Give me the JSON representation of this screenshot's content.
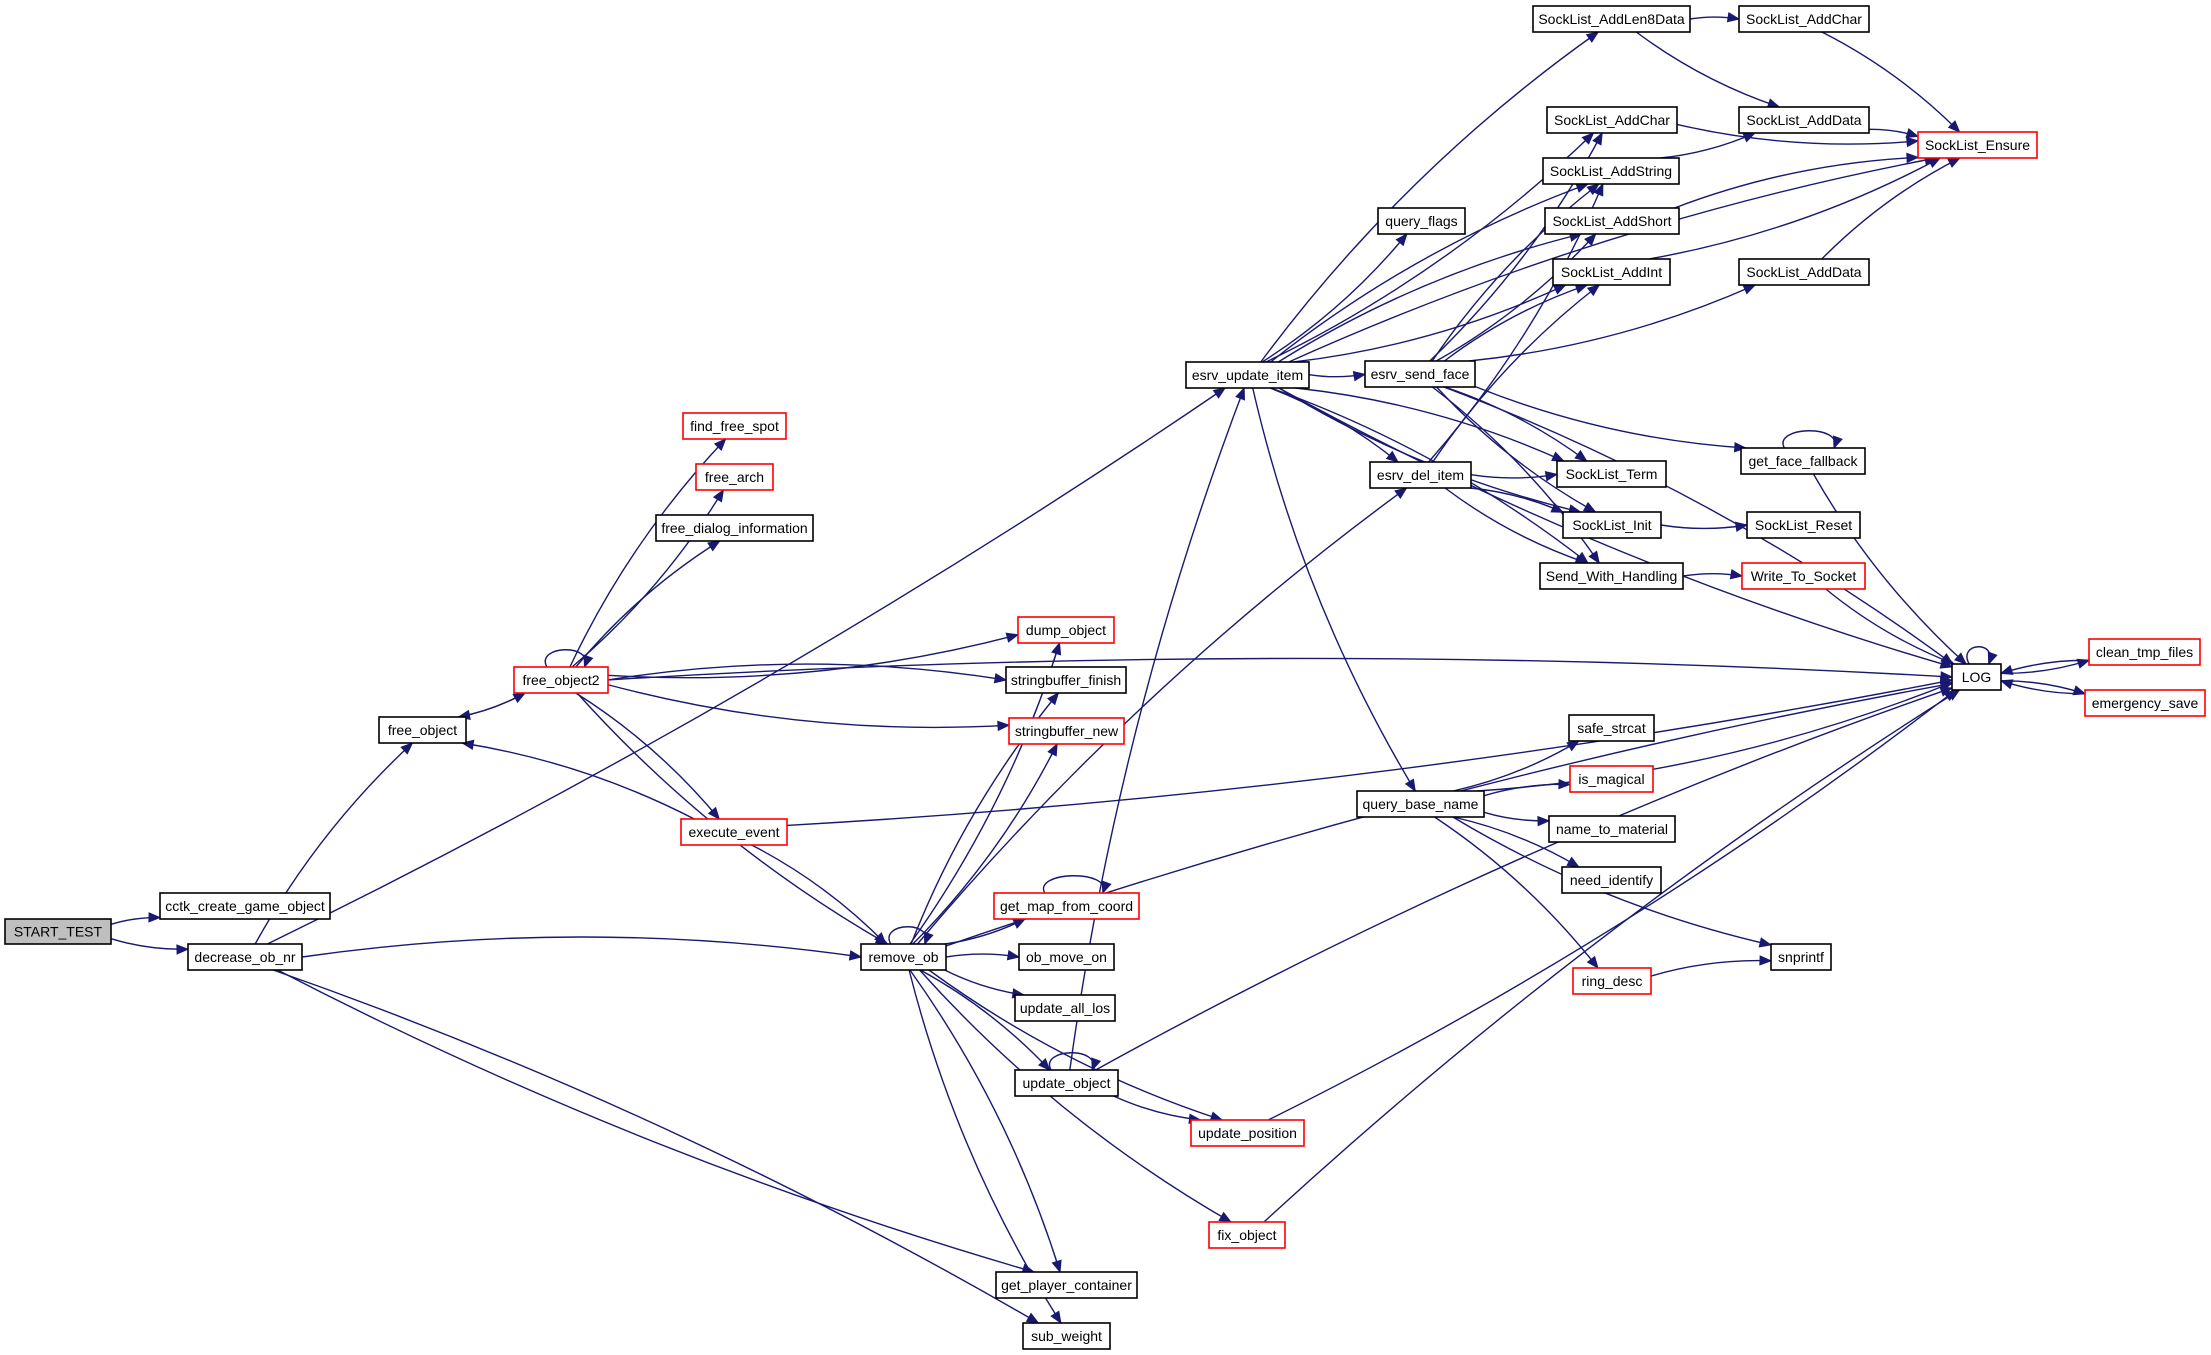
{
  "diagram": {
    "type": "call-graph",
    "colors": {
      "edge": "#191970",
      "node_border_default": "#000000",
      "node_border_truncated": "#ff0000",
      "root_fill": "#bfbfbf",
      "node_fill": "#ffffff"
    },
    "root": "START_TEST",
    "nodes": [
      {
        "id": "START_TEST",
        "label": "START_TEST",
        "root": true
      },
      {
        "id": "cctk_create_game_object",
        "label": "cctk_create_game_object"
      },
      {
        "id": "decrease_ob_nr",
        "label": "decrease_ob_nr"
      },
      {
        "id": "free_object",
        "label": "free_object"
      },
      {
        "id": "free_object2",
        "label": "free_object2",
        "truncated": true
      },
      {
        "id": "find_free_spot",
        "label": "find_free_spot",
        "truncated": true
      },
      {
        "id": "free_arch",
        "label": "free_arch",
        "truncated": true
      },
      {
        "id": "free_dialog_information",
        "label": "free_dialog_information"
      },
      {
        "id": "dump_object",
        "label": "dump_object",
        "truncated": true
      },
      {
        "id": "stringbuffer_finish",
        "label": "stringbuffer_finish"
      },
      {
        "id": "stringbuffer_new",
        "label": "stringbuffer_new",
        "truncated": true
      },
      {
        "id": "execute_event",
        "label": "execute_event",
        "truncated": true
      },
      {
        "id": "remove_ob",
        "label": "remove_ob"
      },
      {
        "id": "get_map_from_coord",
        "label": "get_map_from_coord",
        "truncated": true
      },
      {
        "id": "ob_move_on",
        "label": "ob_move_on"
      },
      {
        "id": "update_all_los",
        "label": "update_all_los"
      },
      {
        "id": "update_object",
        "label": "update_object"
      },
      {
        "id": "update_position",
        "label": "update_position",
        "truncated": true
      },
      {
        "id": "fix_object",
        "label": "fix_object",
        "truncated": true
      },
      {
        "id": "get_player_container",
        "label": "get_player_container"
      },
      {
        "id": "sub_weight",
        "label": "sub_weight"
      },
      {
        "id": "esrv_update_item",
        "label": "esrv_update_item"
      },
      {
        "id": "esrv_send_face",
        "label": "esrv_send_face"
      },
      {
        "id": "esrv_del_item",
        "label": "esrv_del_item"
      },
      {
        "id": "query_flags",
        "label": "query_flags"
      },
      {
        "id": "SockList_AddLen8Data",
        "label": "SockList_AddLen8Data"
      },
      {
        "id": "SockList_AddChar_a",
        "label": "SockList_AddChar"
      },
      {
        "id": "SockList_AddString",
        "label": "SockList_AddString"
      },
      {
        "id": "SockList_AddShort",
        "label": "SockList_AddShort"
      },
      {
        "id": "SockList_AddInt",
        "label": "SockList_AddInt"
      },
      {
        "id": "SockList_AddChar_b",
        "label": "SockList_AddChar"
      },
      {
        "id": "SockList_AddData_a",
        "label": "SockList_AddData"
      },
      {
        "id": "SockList_AddData_b",
        "label": "SockList_AddData"
      },
      {
        "id": "SockList_Ensure",
        "label": "SockList_Ensure",
        "truncated": true
      },
      {
        "id": "SockList_Term",
        "label": "SockList_Term"
      },
      {
        "id": "SockList_Init",
        "label": "SockList_Init"
      },
      {
        "id": "Send_With_Handling",
        "label": "Send_With_Handling"
      },
      {
        "id": "get_face_fallback",
        "label": "get_face_fallback"
      },
      {
        "id": "SockList_Reset",
        "label": "SockList_Reset"
      },
      {
        "id": "Write_To_Socket",
        "label": "Write_To_Socket",
        "truncated": true
      },
      {
        "id": "LOG",
        "label": "LOG"
      },
      {
        "id": "clean_tmp_files",
        "label": "clean_tmp_files",
        "truncated": true
      },
      {
        "id": "emergency_save",
        "label": "emergency_save",
        "truncated": true
      },
      {
        "id": "query_base_name",
        "label": "query_base_name"
      },
      {
        "id": "safe_strcat",
        "label": "safe_strcat"
      },
      {
        "id": "is_magical",
        "label": "is_magical",
        "truncated": true
      },
      {
        "id": "name_to_material",
        "label": "name_to_material"
      },
      {
        "id": "need_identify",
        "label": "need_identify"
      },
      {
        "id": "snprintf",
        "label": "snprintf"
      },
      {
        "id": "ring_desc",
        "label": "ring_desc",
        "truncated": true
      }
    ],
    "edges": [
      [
        "START_TEST",
        "cctk_create_game_object"
      ],
      [
        "START_TEST",
        "decrease_ob_nr"
      ],
      [
        "decrease_ob_nr",
        "free_object"
      ],
      [
        "decrease_ob_nr",
        "esrv_update_item"
      ],
      [
        "decrease_ob_nr",
        "remove_ob"
      ],
      [
        "decrease_ob_nr",
        "get_player_container"
      ],
      [
        "decrease_ob_nr",
        "sub_weight"
      ],
      [
        "free_object",
        "free_object2"
      ],
      [
        "free_object2",
        "free_object"
      ],
      [
        "free_object2",
        "free_object2"
      ],
      [
        "free_object2",
        "find_free_spot"
      ],
      [
        "free_object2",
        "free_arch"
      ],
      [
        "free_object2",
        "free_dialog_information"
      ],
      [
        "free_object2",
        "dump_object"
      ],
      [
        "free_object2",
        "stringbuffer_finish"
      ],
      [
        "free_object2",
        "stringbuffer_new"
      ],
      [
        "free_object2",
        "execute_event"
      ],
      [
        "free_object2",
        "remove_ob"
      ],
      [
        "free_object2",
        "LOG"
      ],
      [
        "execute_event",
        "free_object"
      ],
      [
        "execute_event",
        "remove_ob"
      ],
      [
        "execute_event",
        "LOG"
      ],
      [
        "remove_ob",
        "remove_ob"
      ],
      [
        "remove_ob",
        "dump_object"
      ],
      [
        "remove_ob",
        "stringbuffer_finish"
      ],
      [
        "remove_ob",
        "stringbuffer_new"
      ],
      [
        "remove_ob",
        "esrv_del_item"
      ],
      [
        "remove_ob",
        "get_map_from_coord"
      ],
      [
        "remove_ob",
        "ob_move_on"
      ],
      [
        "remove_ob",
        "update_all_los"
      ],
      [
        "remove_ob",
        "update_object"
      ],
      [
        "remove_ob",
        "update_position"
      ],
      [
        "remove_ob",
        "LOG"
      ],
      [
        "remove_ob",
        "fix_object"
      ],
      [
        "remove_ob",
        "get_player_container"
      ],
      [
        "remove_ob",
        "sub_weight"
      ],
      [
        "get_map_from_coord",
        "get_map_from_coord"
      ],
      [
        "update_object",
        "update_object"
      ],
      [
        "update_object",
        "esrv_update_item"
      ],
      [
        "update_object",
        "update_position"
      ],
      [
        "update_object",
        "LOG"
      ],
      [
        "update_position",
        "LOG"
      ],
      [
        "fix_object",
        "LOG"
      ],
      [
        "esrv_update_item",
        "esrv_send_face"
      ],
      [
        "esrv_update_item",
        "SockList_AddLen8Data"
      ],
      [
        "esrv_update_item",
        "SockList_AddChar_a"
      ],
      [
        "esrv_update_item",
        "SockList_AddString"
      ],
      [
        "esrv_update_item",
        "query_flags"
      ],
      [
        "esrv_update_item",
        "SockList_AddShort"
      ],
      [
        "esrv_update_item",
        "SockList_AddInt"
      ],
      [
        "esrv_update_item",
        "SockList_Term"
      ],
      [
        "esrv_update_item",
        "SockList_Init"
      ],
      [
        "esrv_update_item",
        "Send_With_Handling"
      ],
      [
        "esrv_update_item",
        "query_base_name"
      ],
      [
        "esrv_update_item",
        "esrv_del_item"
      ],
      [
        "esrv_update_item",
        "LOG"
      ],
      [
        "esrv_update_item",
        "SockList_Ensure"
      ],
      [
        "esrv_send_face",
        "SockList_AddChar_a"
      ],
      [
        "esrv_send_face",
        "SockList_AddString"
      ],
      [
        "esrv_send_face",
        "SockList_AddShort"
      ],
      [
        "esrv_send_face",
        "SockList_AddInt"
      ],
      [
        "esrv_send_face",
        "SockList_AddData_b"
      ],
      [
        "esrv_send_face",
        "SockList_Term"
      ],
      [
        "esrv_send_face",
        "SockList_Init"
      ],
      [
        "esrv_send_face",
        "Send_With_Handling"
      ],
      [
        "esrv_send_face",
        "get_face_fallback"
      ],
      [
        "esrv_send_face",
        "LOG"
      ],
      [
        "esrv_del_item",
        "SockList_AddString"
      ],
      [
        "esrv_del_item",
        "SockList_AddInt"
      ],
      [
        "esrv_del_item",
        "SockList_Term"
      ],
      [
        "esrv_del_item",
        "SockList_Init"
      ],
      [
        "esrv_del_item",
        "Send_With_Handling"
      ],
      [
        "SockList_AddLen8Data",
        "SockList_AddChar_b"
      ],
      [
        "SockList_AddLen8Data",
        "SockList_AddData_a"
      ],
      [
        "SockList_AddChar_b",
        "SockList_Ensure"
      ],
      [
        "SockList_AddChar_a",
        "SockList_Ensure"
      ],
      [
        "SockList_AddData_a",
        "SockList_Ensure"
      ],
      [
        "SockList_AddString",
        "SockList_AddData_a"
      ],
      [
        "SockList_AddShort",
        "SockList_Ensure"
      ],
      [
        "SockList_AddInt",
        "SockList_Ensure"
      ],
      [
        "SockList_AddData_b",
        "SockList_Ensure"
      ],
      [
        "SockList_Init",
        "SockList_Reset"
      ],
      [
        "Send_With_Handling",
        "Write_To_Socket"
      ],
      [
        "Write_To_Socket",
        "LOG"
      ],
      [
        "get_face_fallback",
        "get_face_fallback"
      ],
      [
        "get_face_fallback",
        "LOG"
      ],
      [
        "LOG",
        "LOG"
      ],
      [
        "LOG",
        "clean_tmp_files"
      ],
      [
        "LOG",
        "emergency_save"
      ],
      [
        "clean_tmp_files",
        "LOG"
      ],
      [
        "emergency_save",
        "LOG"
      ],
      [
        "query_base_name",
        "safe_strcat"
      ],
      [
        "query_base_name",
        "is_magical"
      ],
      [
        "query_base_name",
        "name_to_material"
      ],
      [
        "query_base_name",
        "need_identify"
      ],
      [
        "query_base_name",
        "snprintf"
      ],
      [
        "query_base_name",
        "ring_desc"
      ],
      [
        "query_base_name",
        "LOG"
      ],
      [
        "ring_desc",
        "snprintf"
      ]
    ]
  }
}
